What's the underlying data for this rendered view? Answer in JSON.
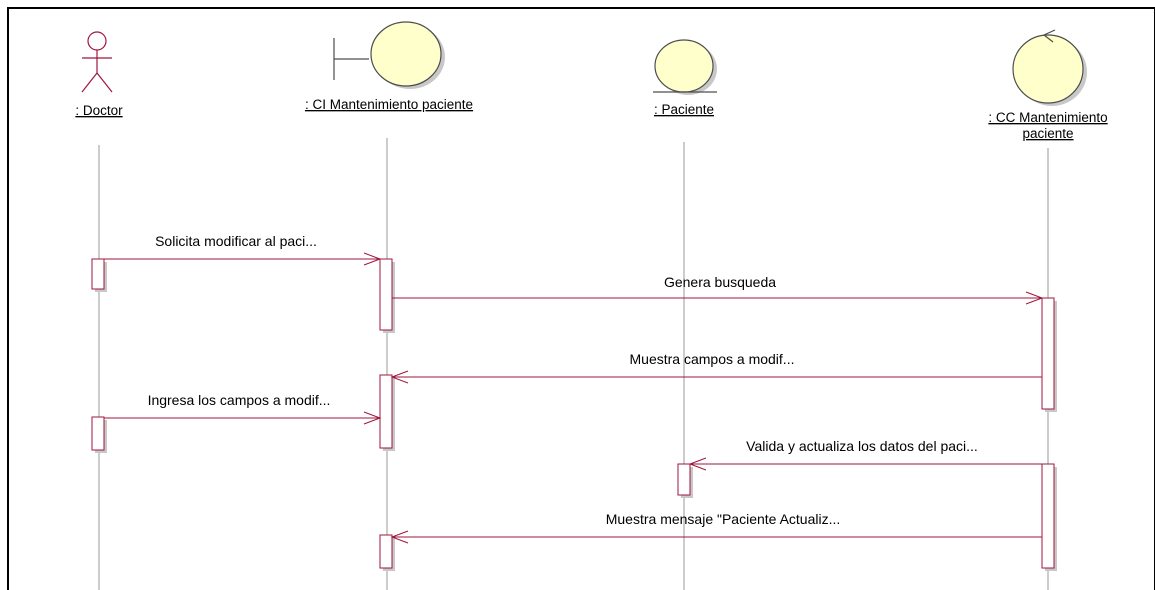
{
  "diagram": {
    "type": "sequence",
    "colors": {
      "frame": "#000000",
      "line": "#a0153e",
      "lifeline": "#9a9a9a",
      "activation_fill": "#ffffff",
      "object_fill": "#ffffcc",
      "object_stroke": "#4d4d4d",
      "shadow": "#c8c8c8",
      "text": "#000000"
    },
    "participants": [
      {
        "id": "doctor",
        "kind": "actor",
        "icon": "actor-icon",
        "label_lines": [
          ": Doctor"
        ]
      },
      {
        "id": "ci",
        "kind": "boundary",
        "icon": "boundary-icon",
        "label_lines": [
          ": CI  Mantenimiento paciente"
        ]
      },
      {
        "id": "paciente",
        "kind": "entity",
        "icon": "entity-icon",
        "label_lines": [
          ": Paciente"
        ]
      },
      {
        "id": "cc",
        "kind": "control",
        "icon": "control-icon",
        "label_lines": [
          ": CC  Mantenimiento",
          "paciente"
        ]
      }
    ],
    "messages": [
      {
        "from": "doctor",
        "to": "ci",
        "label": "Solicita modificar al paci..."
      },
      {
        "from": "ci",
        "to": "cc",
        "label": "Genera busqueda"
      },
      {
        "from": "cc",
        "to": "ci",
        "label": "Muestra campos a modif..."
      },
      {
        "from": "doctor",
        "to": "ci",
        "label": "Ingresa los campos a modif..."
      },
      {
        "from": "cc",
        "to": "paciente",
        "label": "Valida y actualiza los datos del paci..."
      },
      {
        "from": "cc",
        "to": "ci",
        "label": "Muestra mensaje \"Paciente Actualiz..."
      }
    ]
  }
}
